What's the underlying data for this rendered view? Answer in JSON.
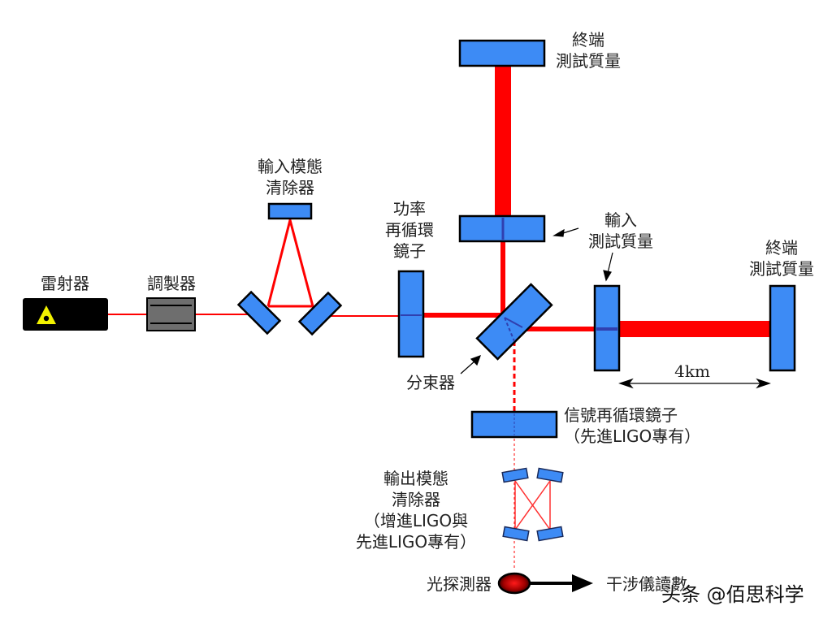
{
  "colors": {
    "beam": "#ff0000",
    "mirror_fill": "#3d8bf5",
    "mirror_stroke": "#000000",
    "laser_body": "#000000",
    "laser_symbol": "#f2f200",
    "modulator_fill": "#6e6e6e",
    "detector": "#d00000",
    "arrow": "#000000"
  },
  "labels": {
    "laser": "雷射器",
    "modulator": "調製器",
    "input_mode_cleaner": [
      "輸入模態",
      "清除器"
    ],
    "power_recycling_mirror": [
      "功率",
      "再循環",
      "鏡子"
    ],
    "beam_splitter": "分束器",
    "end_test_mass_north": [
      "終端",
      "測試質量"
    ],
    "input_test_mass": [
      "輸入",
      "測試質量"
    ],
    "end_test_mass_east": [
      "終端",
      "測試質量"
    ],
    "arm_length": "4km",
    "signal_recycling_mirror": [
      "信號再循環鏡子",
      "（先進LIGO專有）"
    ],
    "output_mode_cleaner": [
      "輸出模態",
      "清除器",
      "（增進LIGO與",
      "先進LIGO專有）"
    ],
    "photodetector": "光探測器",
    "interferometer_readout": "干涉儀讀數"
  },
  "watermark": "头条 @佰思科学"
}
